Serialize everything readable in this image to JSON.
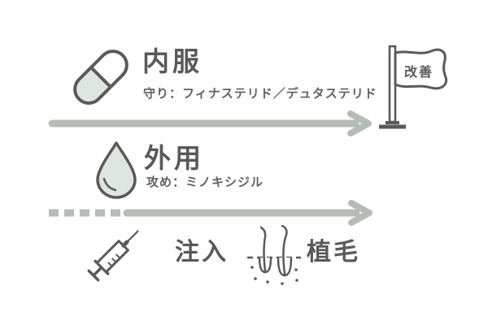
{
  "diagram_type": "hair-loss-treatment-flow",
  "colors": {
    "background": "#ffffff",
    "text_dark": "#595959",
    "text_sub": "#616161",
    "icon_stroke": "#5a5a5a",
    "icon_fill": "#dfe5e0",
    "arrow": "#b5bcb7"
  },
  "rows": [
    {
      "id": "oral",
      "icon": "capsule-icon",
      "title": "内服",
      "subtitle": "守り：フィナステリド／デュタステリド",
      "arrow_style": "solid"
    },
    {
      "id": "topical",
      "icon": "drop-icon",
      "title": "外用",
      "subtitle": "攻め：ミノキシジル",
      "arrow_style": "dashed-then-solid"
    }
  ],
  "goal_flag": {
    "icon": "flag-icon",
    "label": "改善"
  },
  "other_treatments": [
    {
      "icon": "syringe-icon",
      "label": "注入"
    },
    {
      "icon": "hair-follicle-icon",
      "label": "植毛"
    }
  ]
}
